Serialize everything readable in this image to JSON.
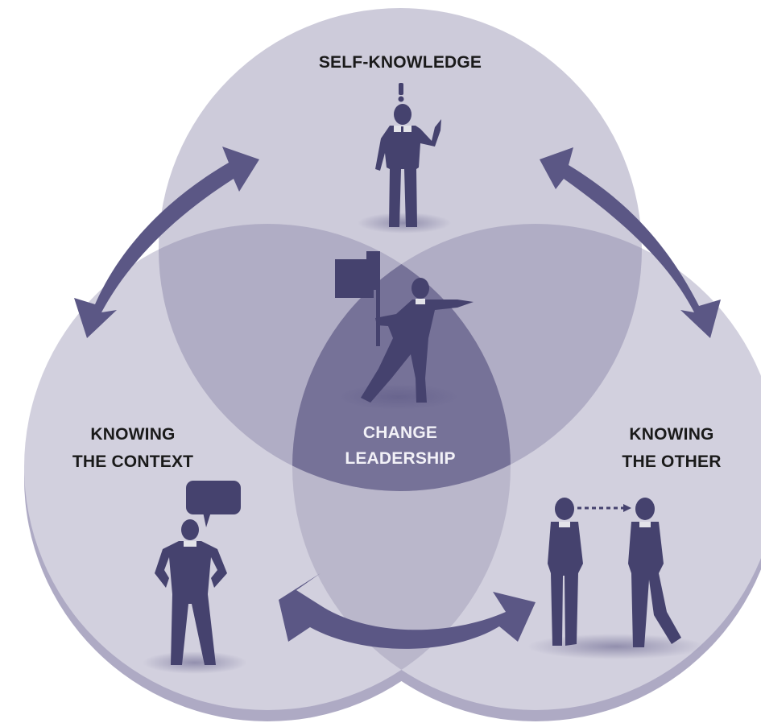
{
  "labels": {
    "self_knowledge": "SELF-KNOWLEDGE",
    "knowing_context_line1": "KNOWING",
    "knowing_context_line2": "THE CONTEXT",
    "knowing_other_line1": "KNOWING",
    "knowing_other_line2": "THE OTHER",
    "center_line1": "CHANGE",
    "center_line2": "LEADERSHIP"
  },
  "colors": {
    "circle_fill": "#cfcddc",
    "circle_edge": "#aeaac4",
    "overlap": "#5f5a86",
    "figure": "#45426e",
    "arrow": "#5b5785",
    "label_dark": "#1a1a1a",
    "label_center": "#f2f1f7"
  },
  "icons": {
    "top": "person-exclamation-pointing-icon",
    "center": "leader-with-flag-pointing-icon",
    "left": "person-with-speech-bubble-icon",
    "right": "two-people-dotted-arrow-icon"
  }
}
